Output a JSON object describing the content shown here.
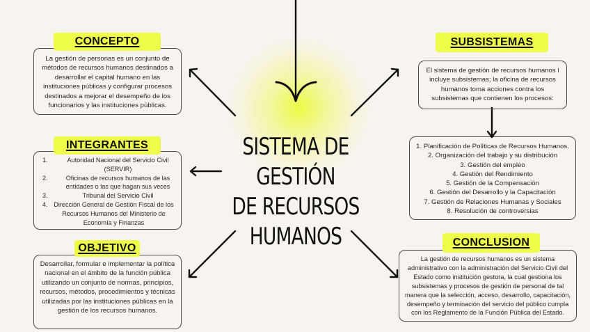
{
  "title": "SISTEMA DE GESTIÓN DE RECURSOS HUMANOS",
  "title_lines": [
    "SISTEMA DE GESTIÓN",
    "DE RECURSOS",
    "HUMANOS"
  ],
  "colors": {
    "background": "#f7f3ee",
    "highlight": "#eefc4a",
    "border": "#4a4a4a",
    "text": "#222222"
  },
  "concepto": {
    "label": "CONCEPTO",
    "text": "La gestión de personas es un conjunto de métodos de recursos humanos destinados a desarrollar el capital humano en las instituciones públicas y configurar procesos destinados a mejorar el desempeño de los funcionarios y las instituciones públicas."
  },
  "integrantes": {
    "label": "INTEGRANTES",
    "items": [
      {
        "num": "1.",
        "text": "Autoridad Nacional del Servicio Civil (SERVIR)"
      },
      {
        "num": "2.",
        "text": "Oficinas de recursos humanos de las entidades o las que hagan sus veces"
      },
      {
        "num": "3.",
        "text": "Tribunal del Servicio Civil"
      },
      {
        "num": "4.",
        "text": "Dirección General de Gestión Fiscal de los Recursos Humanos del Ministerio de Economía y Finanzas"
      }
    ]
  },
  "objetivo": {
    "label": "OBJETIVO",
    "text": "Desarrollar, formular e implementar la política nacional en el ámbito de la función pública utilizando un conjunto de normas, principios, recursos, métodos, procedimientos y técnicas utilizadas por las instituciones públicas en la gestión de los recursos humanos."
  },
  "subsistemas": {
    "label": "SUBSISTEMAS",
    "text": "El sistema de gestión de  recursos humanos l incluye subsistemas; la oficina de recursos humanos toma acciones contra los subsistemas que contienen los procesos:",
    "processes": [
      "1. Planificación de Políticas de Recursos Humanos.",
      "2. Organización del trabajo y su distribución",
      "3. Gestión del empleo",
      "4. Gestión del Rendimiento",
      "5. Gestión de la Compensación",
      "6. Gestión del Desarrollo y la Capacitación",
      "7. Gestión de Relaciones Humanas y Sociales",
      "8. Resolución de controversias"
    ]
  },
  "conclusion": {
    "label": "CONCLUSION",
    "text": "La gestión de recursos humanos es un sistema administrativo con la administración del Servicio Civil del Estado como institución gestora, la cual gestiona los subsistemas y procesos de gestión de personal de tal manera que la selección, acceso, desarrollo, capacitación, desempeño y terminación del servicio del público cumpla con los Reglamento de la Función Pública del Estado."
  }
}
